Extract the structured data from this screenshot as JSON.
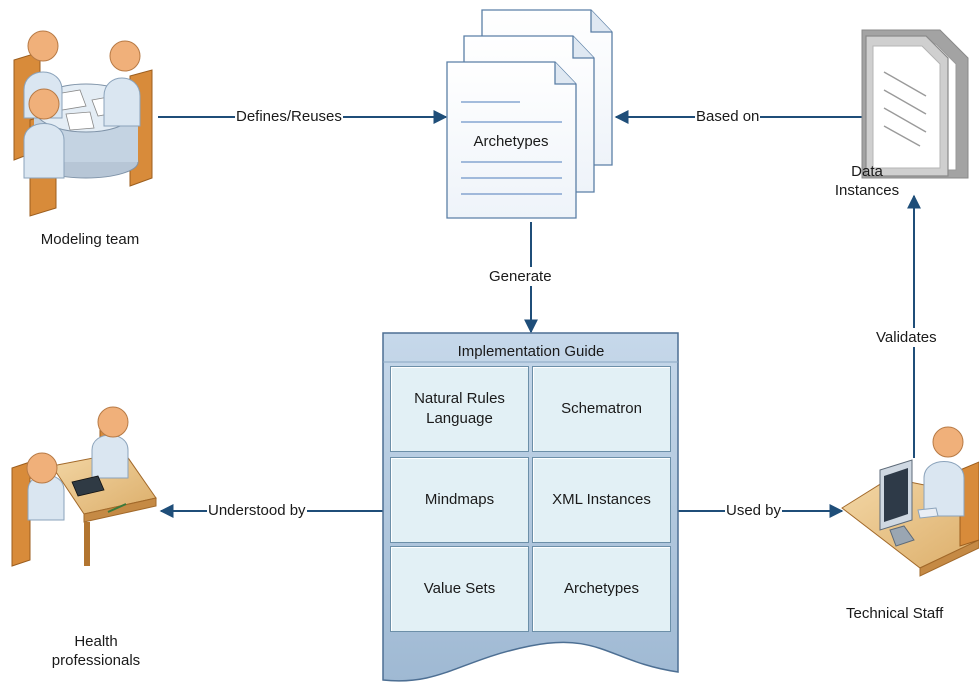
{
  "actors": {
    "modeling_team": "Modeling team",
    "health_professionals": "Health professionals",
    "technical_staff": "Technical Staff",
    "data_instances": "Data Instances"
  },
  "archetypes_doc": {
    "title": "Archetypes"
  },
  "implementation_guide": {
    "title": "Implementation Guide",
    "cells": [
      "Natural Rules Language",
      "Schematron",
      "Mindmaps",
      "XML Instances",
      "Value Sets",
      "Archetypes"
    ]
  },
  "edges": {
    "defines_reuses": "Defines/Reuses",
    "based_on": "Based on",
    "generate": "Generate",
    "understood_by": "Understood by",
    "used_by": "Used by",
    "validates": "Validates"
  },
  "colors": {
    "arrow": "#1f4e79",
    "guide_fill": "#bcd3e6",
    "cell_fill": "#e2f0f5",
    "person_skin": "#f0b07a",
    "person_body": "#d8e6f2",
    "furniture": "#c9822e"
  }
}
